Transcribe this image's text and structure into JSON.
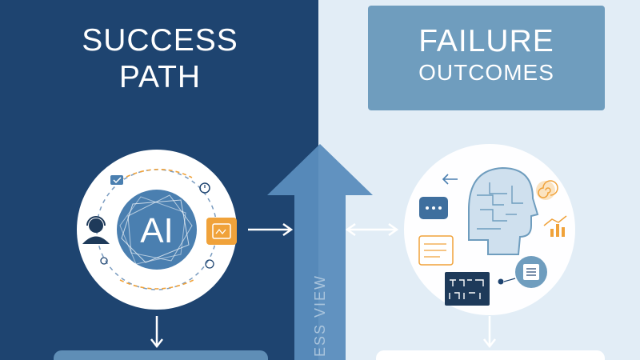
{
  "success": {
    "title_line1": "SUCCESS",
    "title_line2": "PATH",
    "hub_label": "AI"
  },
  "failure": {
    "title_line1": "FAILURE",
    "title_line2": "OUTCOMES"
  },
  "center_arrow": {
    "label": "ESS VIEW"
  },
  "colors": {
    "left_bg": "#1e4470",
    "right_bg": "#e2edf6",
    "failure_box": "#6f9dbe",
    "accent_orange": "#f0a23a",
    "hub_blue": "#4a7fb0",
    "arrow_blue": "#5a8dbd"
  },
  "icons": {
    "success_nodes": [
      "chat-bubble-icon",
      "person-headset-icon",
      "task-card-icon",
      "clock-icon"
    ],
    "failure_nodes": [
      "brain-head-icon",
      "chat-dots-icon",
      "spiral-icon",
      "bar-chart-icon",
      "document-icon",
      "gear-chip-icon",
      "terminal-glitch-icon",
      "back-arrow-icon"
    ]
  }
}
